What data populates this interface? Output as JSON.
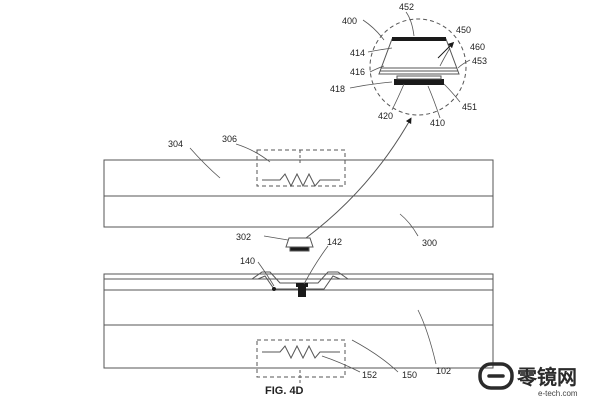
{
  "figure": {
    "caption": "FIG. 4D",
    "colors": {
      "line": "#555555",
      "dark": "#1a1a1a",
      "watermark": "#2b2b2b"
    },
    "labels": {
      "l452": "452",
      "l400": "400",
      "l450": "450",
      "l414": "414",
      "l460": "460",
      "l453": "453",
      "l416": "416",
      "l418": "418",
      "l451": "451",
      "l420": "420",
      "l410": "410",
      "l304": "304",
      "l306": "306",
      "l300": "300",
      "l302": "302",
      "l142": "142",
      "l140": "140",
      "l102": "102",
      "l152": "152",
      "l150": "150"
    }
  },
  "watermark": {
    "chinese": "零镜网",
    "url": "e-tech.com",
    "icon": "logo-mark"
  }
}
